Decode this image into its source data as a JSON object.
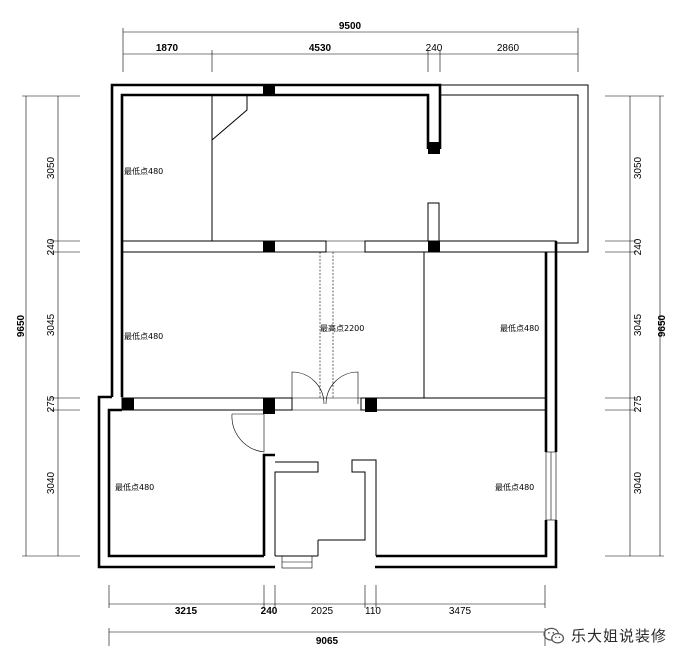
{
  "dimensions": {
    "top_total": "9500",
    "top_segments": [
      "1870",
      "4530",
      "240",
      "2860"
    ],
    "bottom_total": "9065",
    "bottom_segments": [
      "3215",
      "240",
      "2025",
      "110",
      "3475"
    ],
    "left_total": "9650",
    "left_segments": [
      "3050",
      "240",
      "3045",
      "275",
      "3040"
    ],
    "right_total": "9650",
    "right_segments": [
      "3050",
      "240",
      "3045",
      "275",
      "3040"
    ]
  },
  "rooms": {
    "top_left": "最低点480",
    "mid_left": "最低点480",
    "mid_center": "最高点2200",
    "mid_right": "最低点480",
    "bottom_left": "最低点480",
    "bottom_right": "最低点480"
  },
  "watermark": {
    "text": "乐大姐说装修",
    "icon": "wechat-icon"
  }
}
